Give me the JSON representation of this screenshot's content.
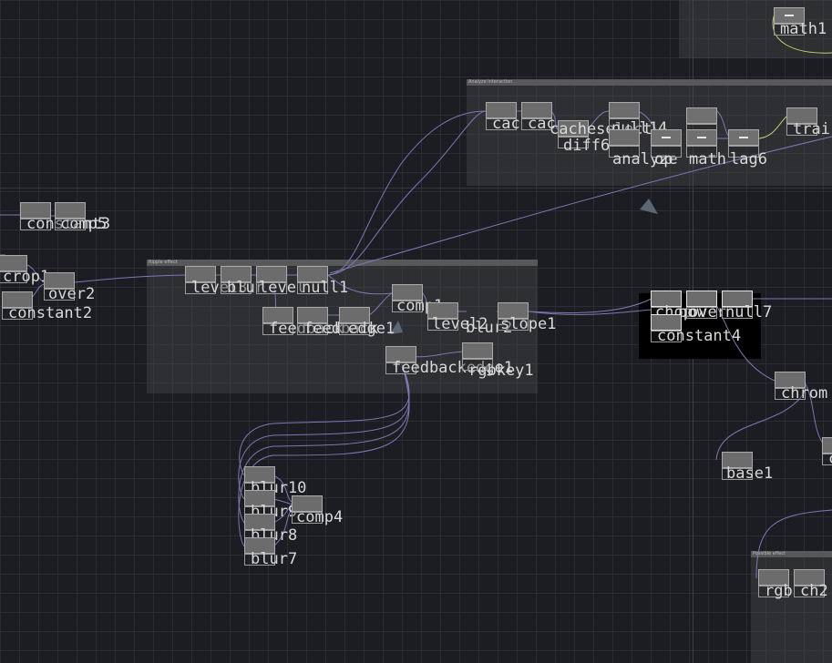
{
  "app": "network-editor",
  "colors": {
    "background": "#1b1d22",
    "grid": "#2a2d34",
    "wire": "#7c79b5",
    "wire_green": "#b9d46a",
    "node_thumb": "#6c6c6c",
    "label_text": "#d9d9d9"
  },
  "comments": {
    "analyze": "Analyze interaction",
    "ripple": "Ripple effect",
    "possible": "Possible effect"
  },
  "nodes": {
    "math1": "math1",
    "cache1": "cac",
    "cache2": "cac",
    "cacheselect": "cacheselect",
    "diff6": "diff6",
    "null14": "null14",
    "analyze1": "analyze",
    "op": "op",
    "math_a": "math",
    "lag6": "lag6",
    "trail": "trai",
    "constant3": "constant3",
    "comp5": "comp5",
    "crop1": "crop1",
    "over2": "over2",
    "constant2": "constant2",
    "level3": "level3",
    "blur": "blur",
    "level": "level",
    "null1": "null1",
    "feedback1": "feedback",
    "feedback2": "feedback",
    "edge1": "edge1",
    "comp1": "comp1",
    "level2": "level2",
    "blur2": "blur2",
    "slope1": "slope1",
    "feedbackedge1": "feedbackedge1",
    "rgbkey1": "rgbkey1",
    "chop": "chop",
    "pow": "pow",
    "over": "over",
    "null7": "null7",
    "constant4": "constant4",
    "chrom": "chrom",
    "c_edge": "c",
    "base1": "base1",
    "blur10": "blur10",
    "blur9": "blur9",
    "blur8": "blur8",
    "blur7": "blur7",
    "comp4": "comp4",
    "rgb": "rgb",
    "ch2": "ch2"
  }
}
